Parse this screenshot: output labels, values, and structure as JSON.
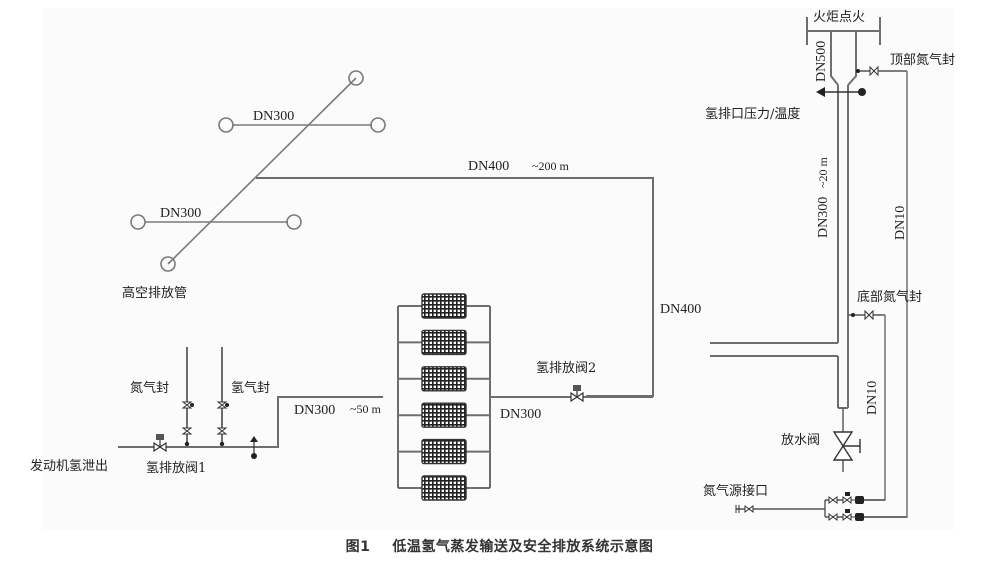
{
  "figure": {
    "caption_number": "图1",
    "caption_title": "低温氢气蒸发输送及安全排放系统示意图"
  },
  "labels": {
    "high_vent_pipe": "高空排放管",
    "vent_branch_upper": "DN300",
    "vent_branch_lower": "DN300",
    "main_line_size": "DN400",
    "main_line_length": "~200 m",
    "riser_size": "DN400",
    "engine_outlet": "发动机氢泄出",
    "nitrogen_seal": "氮气封",
    "hydrogen_seal": "氢气封",
    "vent_valve_1": "氢排放阀1",
    "inlet_line_size": "DN300",
    "inlet_line_length": "~50 m",
    "outlet_line_size": "DN300",
    "vent_valve_2": "氢排放阀2",
    "torch_ignition": "火炬点火",
    "flare_top_size": "DN500",
    "top_nitrogen_seal": "顶部氮气封",
    "outlet_pressure_temp": "氢排口压力/温度",
    "flare_stack_size": "DN300",
    "flare_stack_height": "~20 m",
    "nitrogen_line_outer": "DN10",
    "bottom_nitrogen_seal": "底部氮气封",
    "nitrogen_line_inner": "DN10",
    "drain_valve": "放水阀",
    "nitrogen_source_port": "氮气源接口"
  },
  "components": {
    "heat_exchanger_count": 6,
    "vent_pipe_terminals": 6
  },
  "colors": {
    "pipe": "#6e6e6e",
    "text": "#222222",
    "panel": "#fbfbfb"
  }
}
